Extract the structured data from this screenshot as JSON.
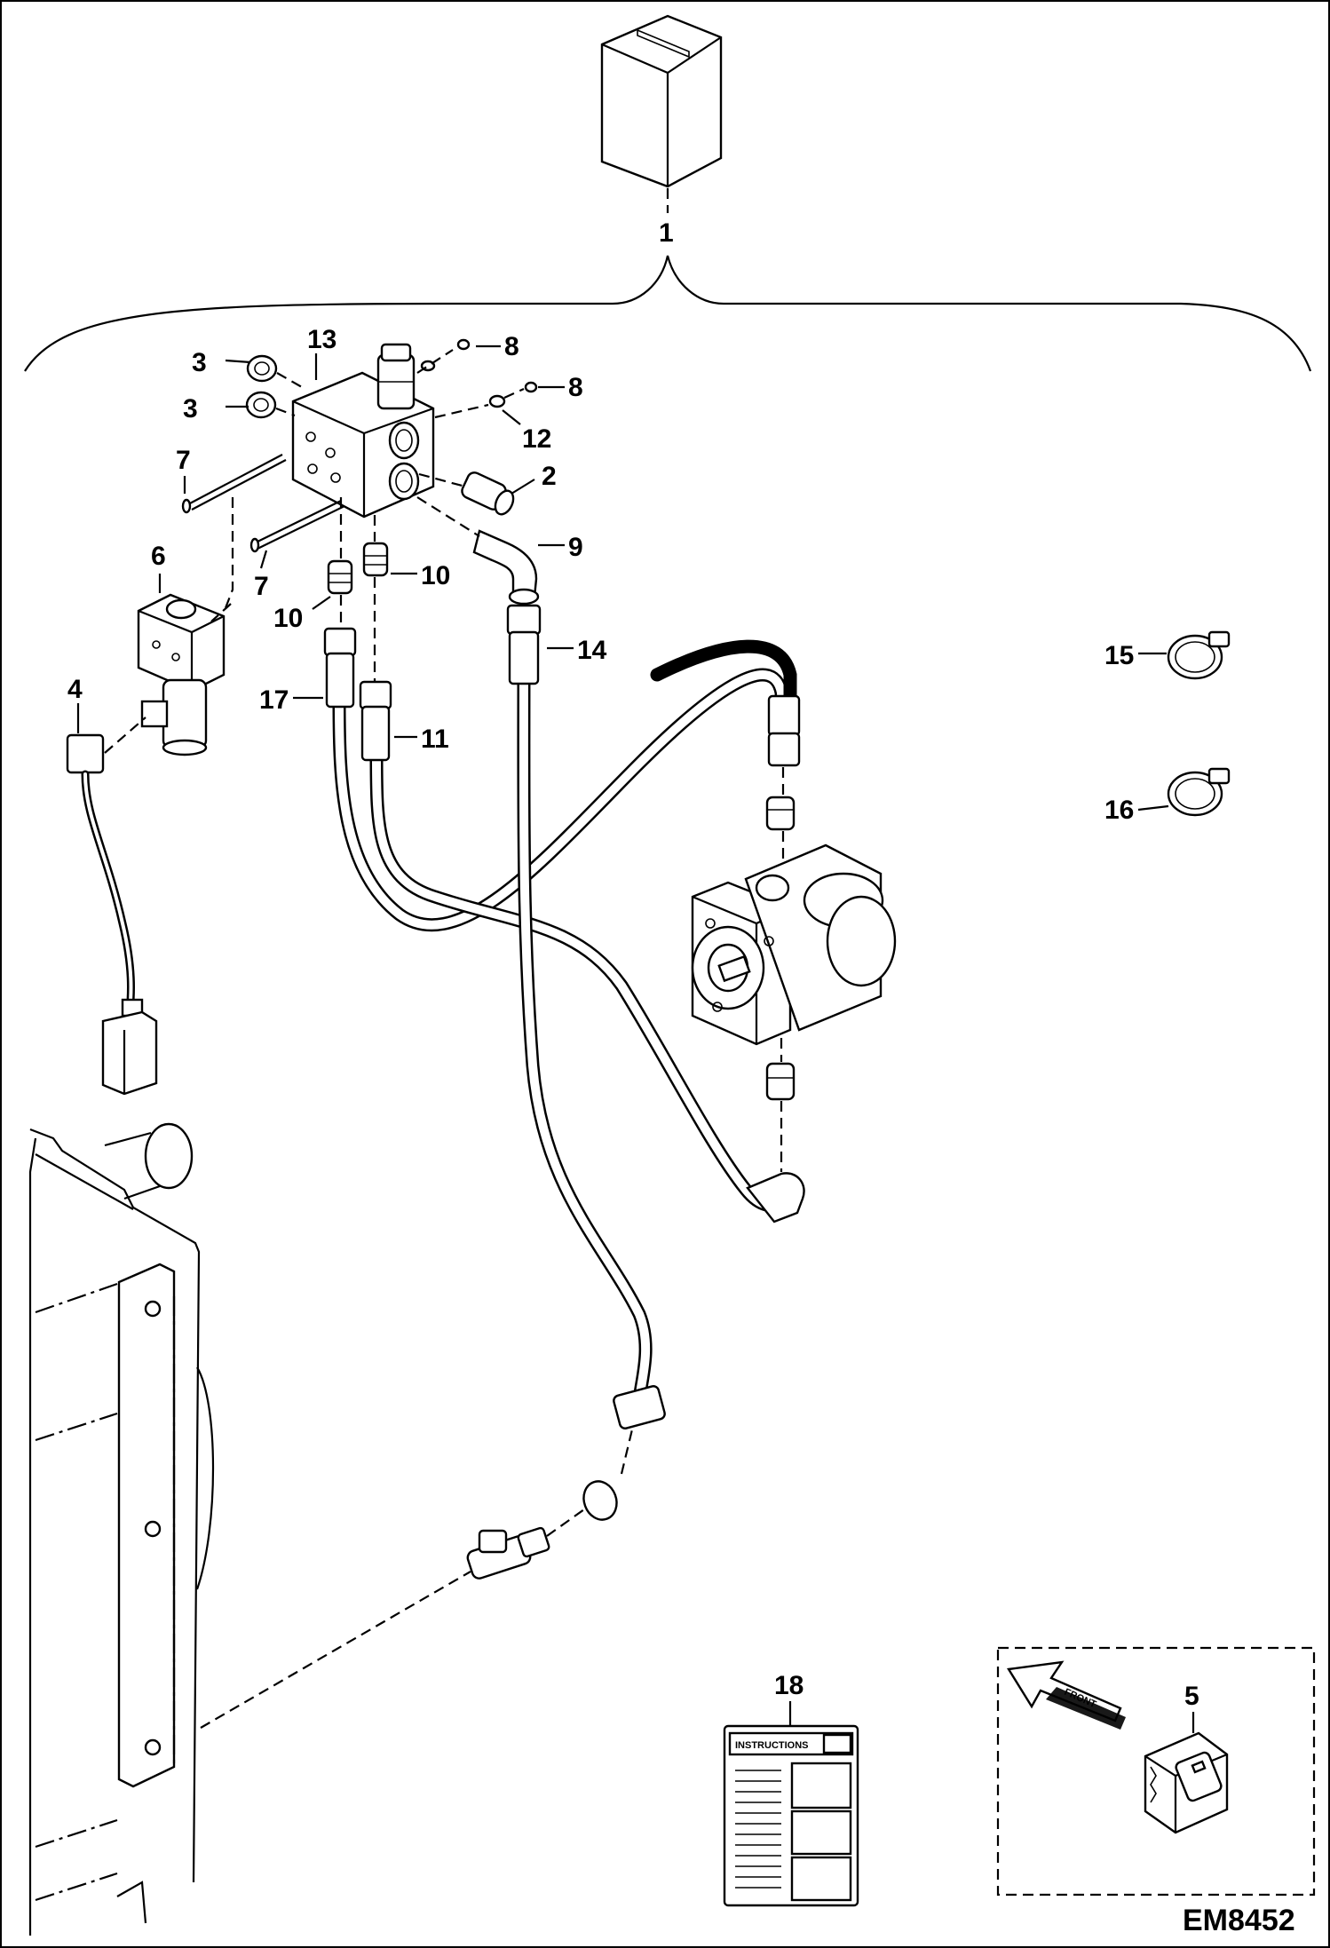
{
  "figure_code": "EM8452",
  "callouts": [
    {
      "id": "1",
      "text": "1"
    },
    {
      "id": "2",
      "text": "2"
    },
    {
      "id": "3a",
      "text": "3"
    },
    {
      "id": "3b",
      "text": "3"
    },
    {
      "id": "4",
      "text": "4"
    },
    {
      "id": "5",
      "text": "5"
    },
    {
      "id": "6",
      "text": "6"
    },
    {
      "id": "7a",
      "text": "7"
    },
    {
      "id": "7b",
      "text": "7"
    },
    {
      "id": "8a",
      "text": "8"
    },
    {
      "id": "8b",
      "text": "8"
    },
    {
      "id": "9",
      "text": "9"
    },
    {
      "id": "10a",
      "text": "10"
    },
    {
      "id": "10b",
      "text": "10"
    },
    {
      "id": "11",
      "text": "11"
    },
    {
      "id": "12",
      "text": "12"
    },
    {
      "id": "13",
      "text": "13"
    },
    {
      "id": "14",
      "text": "14"
    },
    {
      "id": "15",
      "text": "15"
    },
    {
      "id": "16",
      "text": "16"
    },
    {
      "id": "17",
      "text": "17"
    },
    {
      "id": "18",
      "text": "18"
    }
  ],
  "instruction_card_title": "INSTRUCTIONS",
  "front_arrow_label": "FRONT",
  "icons": [
    "kit-box-icon",
    "valve-block-icon",
    "solenoid-valve-icon",
    "connector-icon",
    "hydraulic-motor-icon",
    "hose-clamp-icon",
    "rocker-switch-icon",
    "front-arrow-icon",
    "instruction-card-icon",
    "oil-cooler-icon",
    "tee-fitting-icon"
  ]
}
